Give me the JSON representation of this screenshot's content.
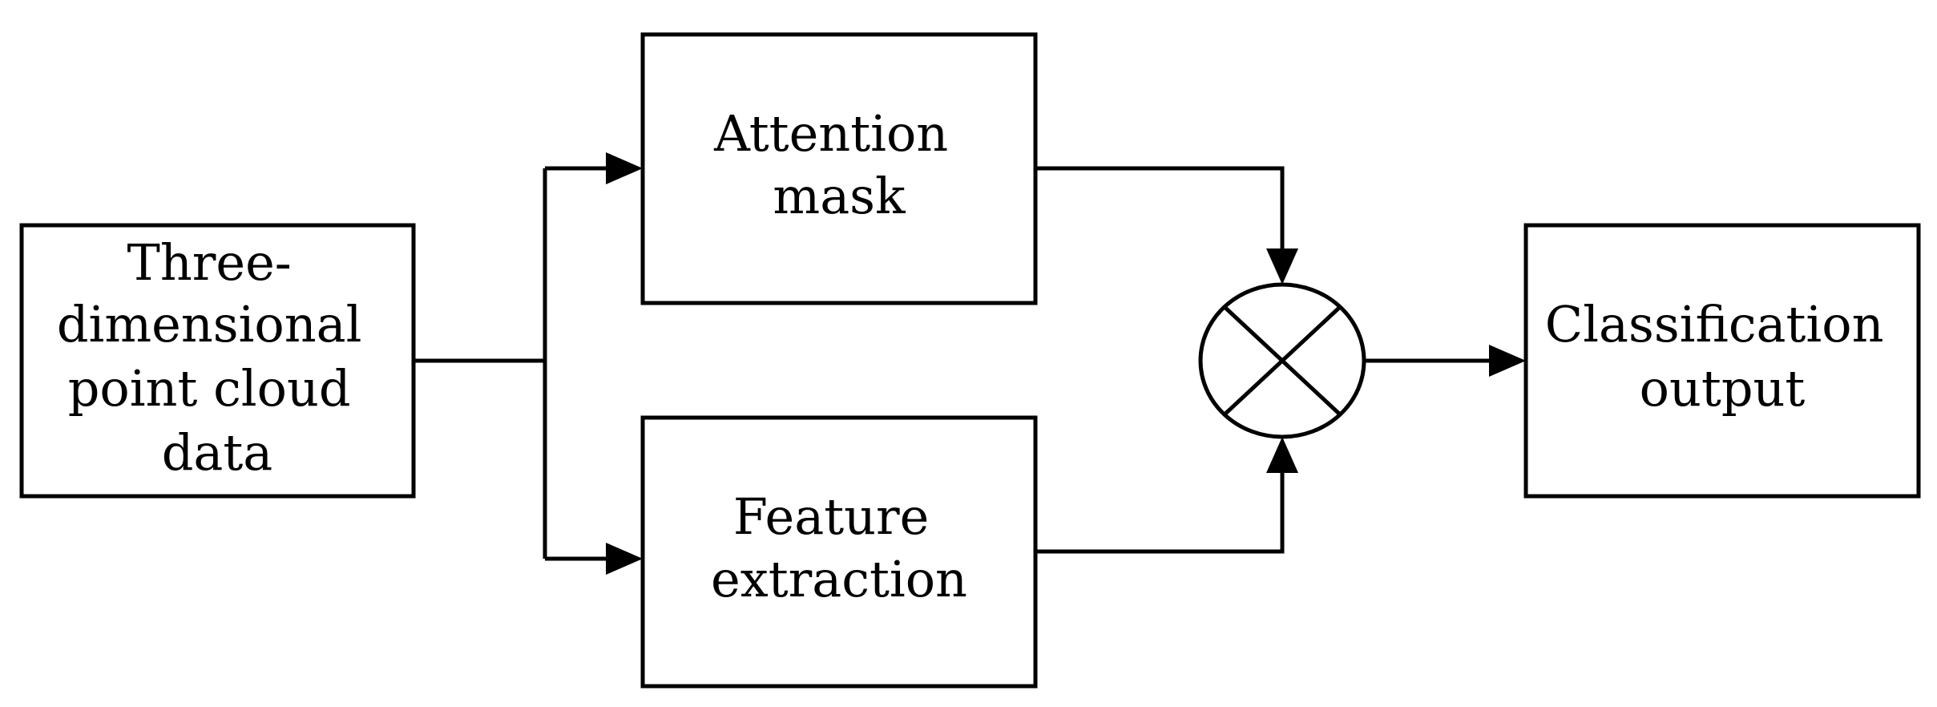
{
  "nodes": {
    "input": {
      "lines": [
        "Three-",
        "dimensional",
        "point cloud",
        "data"
      ]
    },
    "attention": {
      "lines": [
        "Attention",
        "mask"
      ]
    },
    "feature": {
      "lines": [
        "Feature",
        "extraction"
      ]
    },
    "multiply": {
      "icon": "multiply-circle-icon"
    },
    "output": {
      "lines": [
        "Classification",
        "output"
      ]
    }
  }
}
